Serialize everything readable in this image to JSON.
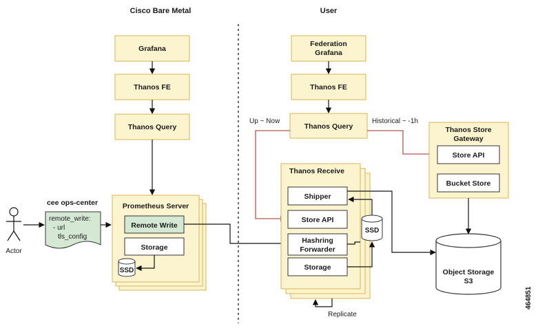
{
  "sections": {
    "left_title": "Cisco Bare Metal",
    "right_title": "User"
  },
  "left": {
    "grafana": "Grafana",
    "thanos_fe": "Thanos FE",
    "thanos_query": "Thanos Query",
    "prometheus_server": "Prometheus Server",
    "remote_write": "Remote Write",
    "storage": "Storage",
    "ssd": "SSD"
  },
  "actor": {
    "label": "Actor"
  },
  "ops_center": {
    "title": "cee ops-center",
    "lines": [
      "remote_write:",
      "- url",
      "tls_config"
    ]
  },
  "right": {
    "federation_grafana_line1": "Federation",
    "federation_grafana_line2": "Grafana",
    "thanos_fe": "Thanos FE",
    "thanos_query": "Thanos Query",
    "up_now": "Up ~ Now",
    "historical": "Historical ~ -1h",
    "store_gateway_line1": "Thanos Store",
    "store_gateway_line2": "Gateway",
    "store_api_gw": "Store API",
    "bucket_store": "Bucket Store",
    "thanos_receive": "Thanos Receive",
    "shipper": "Shipper",
    "store_api": "Store API",
    "hashring_line1": "Hashring",
    "hashring_line2": "Forwarder",
    "storage": "Storage",
    "ssd": "SSD",
    "replicate": "Replicate",
    "object_storage_line1": "Object Storage",
    "object_storage_line2": "S3"
  },
  "figure_id": "464851",
  "colors": {
    "box_fill": "#fcf3cf",
    "box_stroke": "#d6b656",
    "green_fill": "#d5e8d4",
    "green_stroke": "#82b366",
    "red_arrow": "#b85450",
    "line": "#111111"
  }
}
